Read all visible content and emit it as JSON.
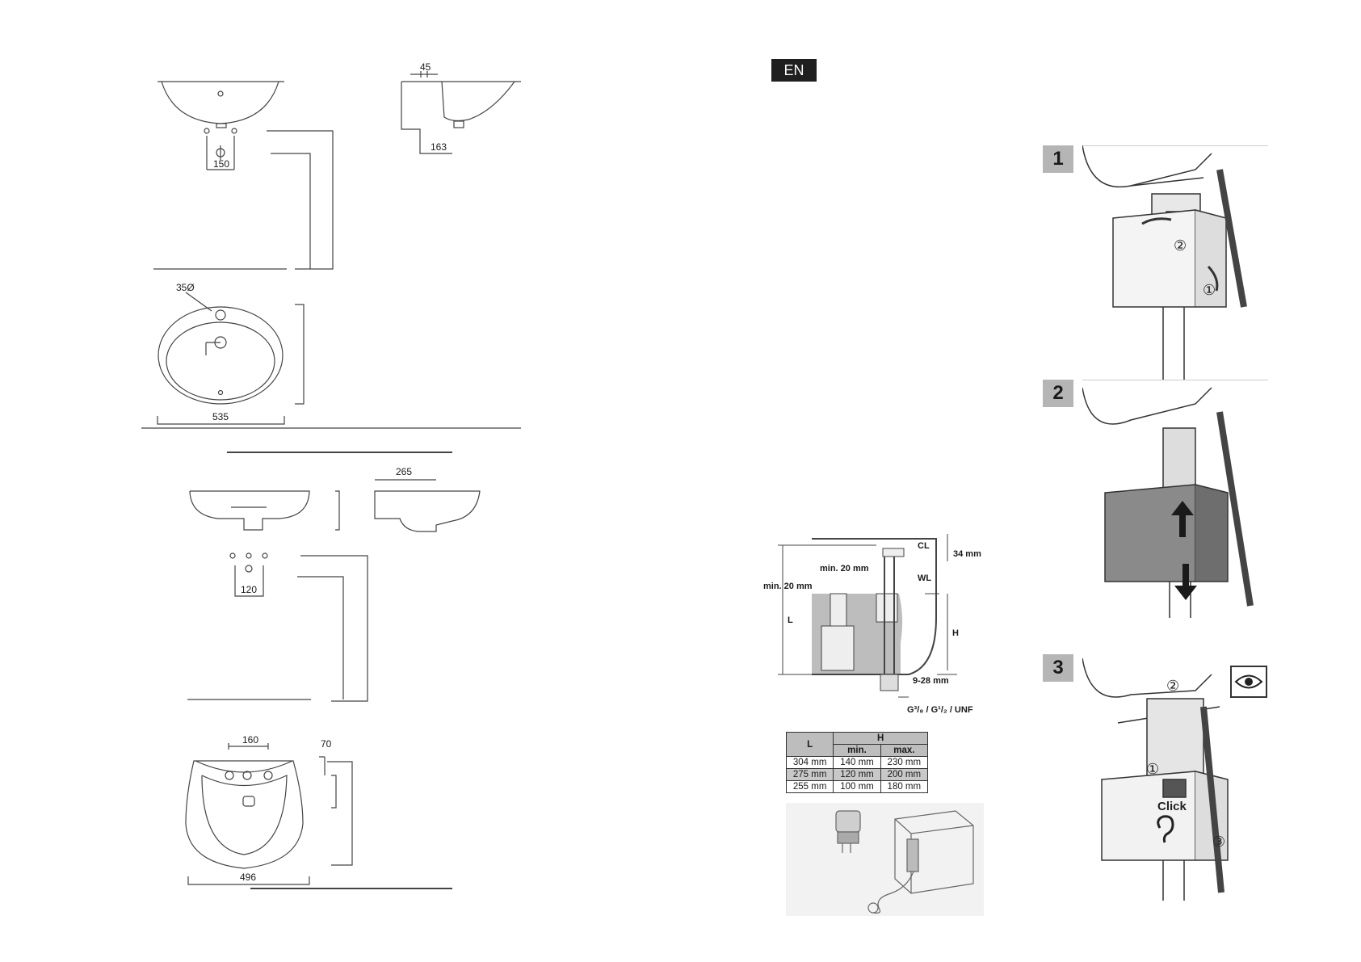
{
  "language_badge": "EN",
  "basin_oval": {
    "dim_overflow_offset": "45",
    "dim_side_depth": "163",
    "dim_tap_spacing": "150",
    "dim_tap_hole": "35Ø",
    "dim_width": "535"
  },
  "basin_semi_pedestal": {
    "dim_depth": "265",
    "dim_tap_spacing": "120",
    "dim_tap_spread": "160",
    "dim_tap_offset": "70",
    "dim_width": "496"
  },
  "cistern_diagram": {
    "label_cl": "CL",
    "label_wl": "WL",
    "label_top_gap": "34 mm",
    "label_min_20_upper": "min. 20 mm",
    "label_min_20_left": "min. 20 mm",
    "label_l": "L",
    "label_h": "H",
    "label_bottom_range": "9-28 mm",
    "label_thread": "G³/₈ / G¹/₂ / UNF"
  },
  "spec_table": {
    "col_l": "L",
    "col_h": "H",
    "col_min": "min.",
    "col_max": "max.",
    "rows": [
      {
        "l": "304 mm",
        "min": "140 mm",
        "max": "230 mm"
      },
      {
        "l": "275 mm",
        "min": "120 mm",
        "max": "200 mm"
      },
      {
        "l": "255 mm",
        "min": "100 mm",
        "max": "180 mm"
      }
    ]
  },
  "steps": [
    {
      "number": "1",
      "callout_a": "②",
      "callout_b": "①"
    },
    {
      "number": "2"
    },
    {
      "number": "3",
      "callout_a": "②",
      "callout_b": "①",
      "callout_c": "③",
      "click_label": "Click"
    }
  ]
}
